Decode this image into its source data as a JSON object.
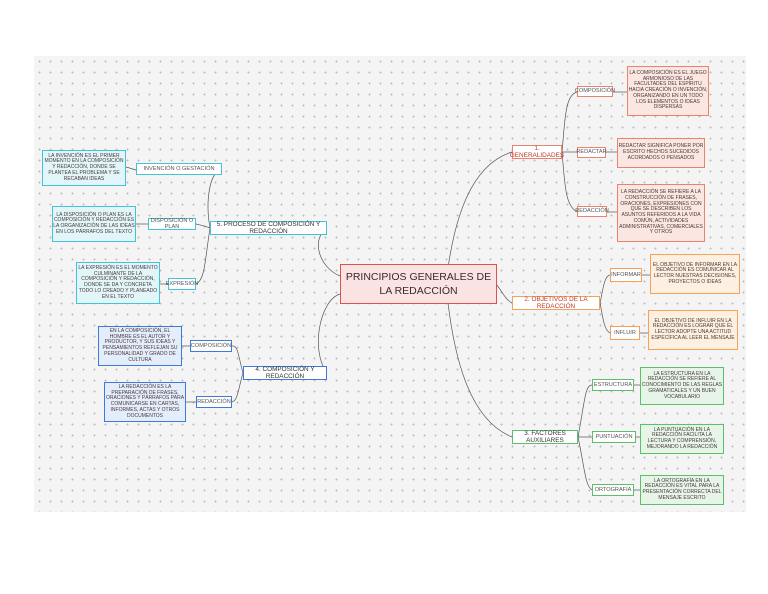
{
  "central": {
    "title": "PRINCIPIOS GENERALES DE LA REDACCIÓN"
  },
  "branches": {
    "generalidades": {
      "label": "1. GENERALIDADES",
      "composicion": {
        "label": "COMPOSICIÓN",
        "desc": "LA COMPOSICIÓN ES EL JUEGO ARMONIOSO DE LAS FACULTADES DEL ESPÍRITU HACIA CREACIÓN O INVENCIÓN, ORGANIZANDO EN UN TODO LOS ELEMENTOS O IDEAS DISPERSAS"
      },
      "redactar": {
        "label": "REDACTAR",
        "desc": "REDACTAR SIGNIFICA PONER POR ESCRITO HECHOS SUCEDIDOS ACORDADOS O PENSADOS"
      },
      "redaccion": {
        "label": "REDACCIÓN",
        "desc": "LA REDACCIÓN SE REFIERE A LA CONSTRUCCIÓN DE FRASES, ORACIONES, EXPRESIONES CON QUE SE DESCRIBEN LOS ASUNTOS REFERIDOS A LA VIDA COMÚN, ACTIVIDADES ADMINISTRATIVAS, COMERCIALES Y OTROS"
      }
    },
    "objetivos": {
      "label": "2. OBJETIVOS DE LA REDACCIÓN",
      "informar": {
        "label": "INFORMAR",
        "desc": "EL OBJETIVO DE INFORMAR EN LA REDACCIÓN ES COMUNICAR AL LECTOR NUESTRAS DECISIONES, PROYECTOS O IDEAS"
      },
      "influir": {
        "label": "INFLUIR",
        "desc": "EL OBJETIVO DE INFLUIR EN LA REDACCIÓN ES LOGRAR QUE EL LECTOR ADOPTE UNA ACTITUD ESPECÍFICA AL LEER EL MENSAJE"
      }
    },
    "factores": {
      "label": "3. FACTORES AUXILIARES",
      "estructura": {
        "label": "ESTRUCTURA",
        "desc": "LA ESTRUCTURA EN LA REDACCIÓN SE REFIERE AL CONOCIMIENTO DE LAS REGLAS GRAMATICALES Y UN BUEN VOCABULARIO"
      },
      "puntuacion": {
        "label": "PUNTUACIÓN",
        "desc": "LA PUNTUACIÓN EN LA REDACCIÓN FACILITA LA LECTURA Y COMPRENSIÓN, MEJORANDO LA REDACCIÓN"
      },
      "ortografia": {
        "label": "ORTOGRAFÍA",
        "desc": "LA ORTOGRAFÍA EN LA REDACCIÓN ES VITAL PARA LA PRESENTACIÓN CORRECTA DEL MENSAJE ESCRITO"
      }
    },
    "proceso": {
      "label": "5. PROCESO DE COMPOSICIÓN Y REDACCIÓN",
      "invencion": {
        "label": "INVENCIÓN O GESTACIÓN",
        "desc": "LA INVENCIÓN ES EL PRIMER MOMENTO EN LA COMPOSICIÓN Y REDACCIÓN, DONDE SE PLANTEA EL PROBLEMA Y SE RECABAN IDEAS"
      },
      "disposicion": {
        "label": "DISPOSICIÓN O PLAN",
        "desc": "LA DISPOSICIÓN O PLAN ES LA COMPOSICIÓN Y REDACCIÓN ES LA ORGANIZACIÓN DE LAS IDEAS EN LOS PÁRRAFOS DEL TEXTO"
      },
      "expresion": {
        "label": "EXPRESIÓN",
        "desc": "LA EXPRESIÓN ES EL MOMENTO CULMINANTE DE LA COMPOSICIÓN Y REDACCIÓN, DONDE SE DA Y CONCRETA TODO LO CREADO Y PLANEADO EN EL TEXTO"
      }
    },
    "composicion_redaccion": {
      "label": "4. COMPOSICIÓN Y REDACCIÓN",
      "composicion": {
        "label": "COMPOSICIÓN",
        "desc": "EN LA COMPOSICIÓN, EL HOMBRE ES EL AUTOR Y PRODUCTOR, Y SUS IDEAS Y PENSAMIENTOS REFLEJAN SU PERSONALIDAD Y GRADO DE CULTURA"
      },
      "redaccion": {
        "label": "REDACCIÓN",
        "desc": "LA REDACCIÓN ES LA PREPARACIÓN DE FRASES, ORACIONES Y PÁRRAFOS PARA COMUNICARSE EN CARTAS, INFORMES, ACTAS Y OTROS DOCUMENTOS"
      }
    }
  },
  "colors": {
    "red": "#e8836f",
    "orange": "#f4a259",
    "green": "#5cbf6b",
    "cyan": "#45c2d6",
    "blue": "#3d7ad9",
    "center": "#d9534f",
    "connector": "#555555"
  }
}
